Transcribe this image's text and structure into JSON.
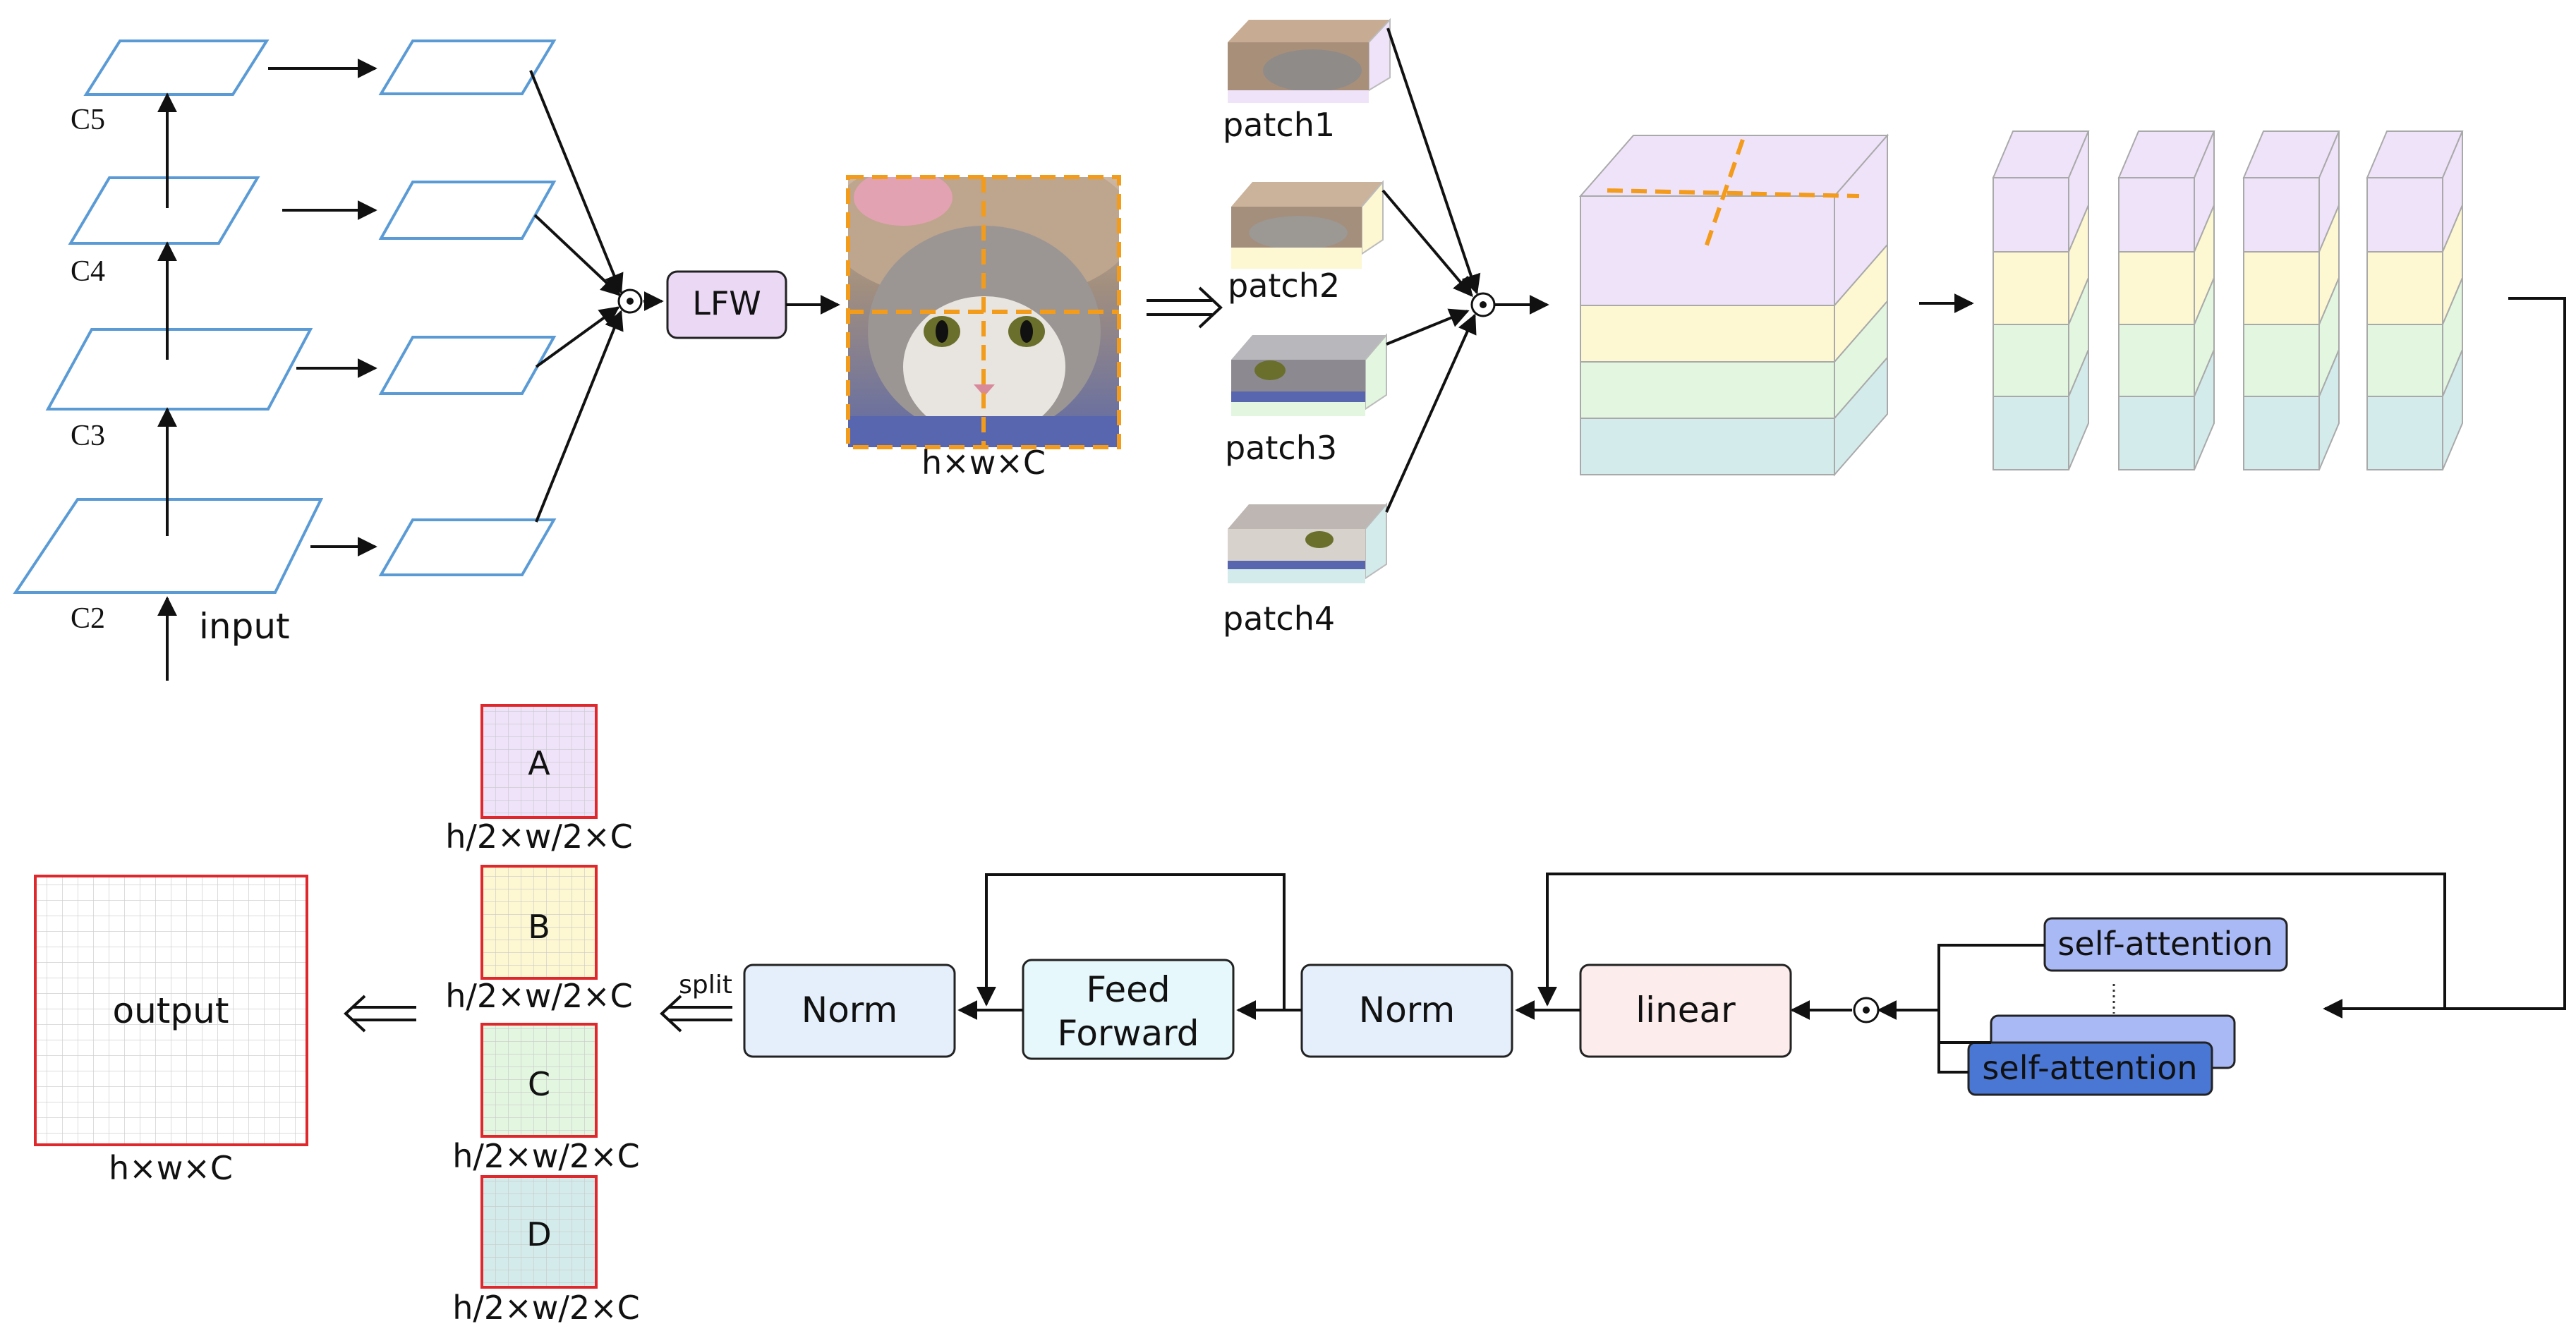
{
  "pyramid": {
    "levels": [
      "C5",
      "C4",
      "C3",
      "C2"
    ],
    "input_label": "input"
  },
  "lfw": {
    "label": "LFW"
  },
  "image": {
    "label": "h×w×C"
  },
  "patches": [
    "patch1",
    "patch2",
    "patch3",
    "patch4"
  ],
  "transformer": {
    "attention_top": "self-attention",
    "attention_bottom": "self-attention",
    "linear": "linear",
    "norm_right": "Norm",
    "ffn_line1": "Feed",
    "ffn_line2": "Forward",
    "norm_left": "Norm"
  },
  "split": {
    "label": "split",
    "blocks": [
      {
        "letter": "A",
        "size": "h/2×w/2×C"
      },
      {
        "letter": "B",
        "size": "h/2×w/2×C"
      },
      {
        "letter": "C",
        "size": "h/2×w/2×C"
      },
      {
        "letter": "D",
        "size": "h/2×w/2×C"
      }
    ]
  },
  "output": {
    "label": "output",
    "size": "h×w×C"
  },
  "colors": {
    "plane_stroke": "#5b9bd5",
    "purple": "#efe3fa",
    "yellow": "#fdf7d2",
    "green": "#e2f6e0",
    "teal": "#d4ebeb",
    "orange_dash": "#f39b1a",
    "lfw_fill": "#ead8f5",
    "norm_fill": "#e4effb",
    "ffn_fill": "#e6f8fb",
    "linear_fill": "#fdecec",
    "attn_light": "#a9b9f5",
    "attn_dark": "#4a77d4",
    "red_outline": "#e0272b"
  }
}
